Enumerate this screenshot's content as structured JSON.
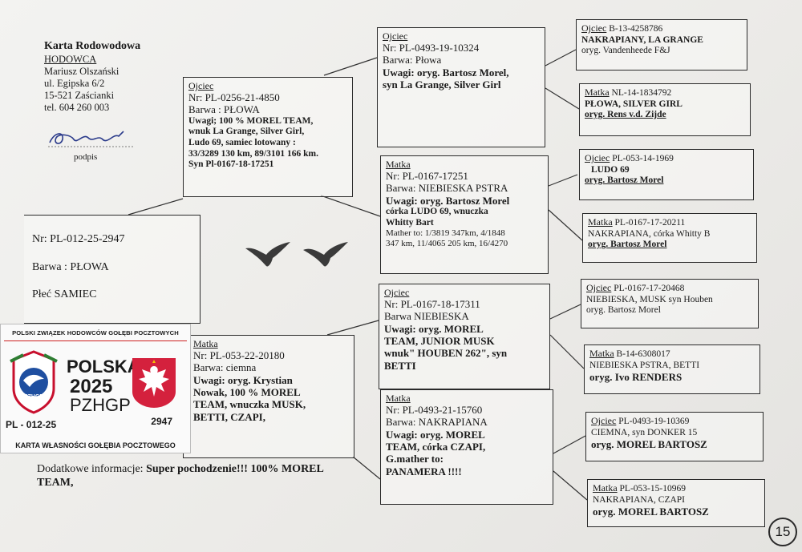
{
  "header": {
    "title": "Karta Rodowodowa",
    "hodowca_label": "HODOWCA",
    "name": "Mariusz Olszański",
    "street": "ul. Egipska 6/2",
    "city": "15-521 Zaścianki",
    "phone": "tel. 604 260 003",
    "signature_label": "podpis"
  },
  "subject": {
    "nr": "Nr: PL-012-25-2947",
    "barwa": "Barwa : PŁOWA",
    "plec": "Płeć  SAMIEC"
  },
  "father": {
    "role": "Ojciec",
    "nr": "Nr: PL-0256-21-4850",
    "barwa": "Barwa : PŁOWA",
    "uwagi_1": "Uwagi; 100 % MOREL TEAM,",
    "uwagi_2": "wnuk La Grange, Silver Girl,",
    "uwagi_3": "Ludo 69, samiec lotowany :",
    "uwagi_4": "33/3289 130 km, 89/3101 166 km.",
    "uwagi_5": "Syn Pl-0167-18-17251"
  },
  "mother": {
    "role": "Matka",
    "nr": "Nr: PL-053-22-20180",
    "barwa": "Barwa: ciemna",
    "uwagi_1": "Uwagi: oryg. Krystian",
    "uwagi_2": "Nowak, 100 % MOREL",
    "uwagi_3": "TEAM, wnuczka MUSK,",
    "uwagi_4": "BETTI, CZAPI,"
  },
  "ff": {
    "role": "Ojciec",
    "nr": "Nr: PL-0493-19-10324",
    "barwa": "Barwa: Płowa",
    "uwagi_1": "Uwagi: oryg. Bartosz Morel,",
    "uwagi_2": "syn   La Grange, Silver Girl"
  },
  "fm": {
    "role": "Matka",
    "nr": "Nr: PL-0167-17251",
    "barwa": "Barwa: NIEBIESKA PSTRA",
    "uwagi_1": "Uwagi: oryg. Bartosz Morel",
    "uwagi_2": "córka  LUDO 69, wnuczka",
    "uwagi_3": "Whitty Bart",
    "uwagi_4": "Mather to: 1/3819 347km, 4/1848",
    "uwagi_5": "347 km, 11/4065 205 km, 16/4270"
  },
  "mf": {
    "role": "Ojciec",
    "nr": "Nr: PL-0167-18-17311",
    "barwa": "Barwa NIEBIESKA",
    "uwagi_1": "Uwagi: oryg. MOREL",
    "uwagi_2": "TEAM, JUNIOR MUSK",
    "uwagi_3": "wnuk\" HOUBEN 262\",  syn",
    "uwagi_4": "BETTI"
  },
  "mm": {
    "role": "Matka",
    "nr": "Nr: PL-0493-21-15760",
    "barwa": "Barwa: NAKRAPIANA",
    "uwagi_1": "Uwagi: oryg. MOREL",
    "uwagi_2": "TEAM,  córka CZAPI,",
    "uwagi_3": "G.mather to:",
    "uwagi_4": "PANAMERA !!!!"
  },
  "g1": {
    "role": "Ojciec",
    "nr": " B-13-4258786",
    "l1": "NAKRAPIANY,  LA GRANGE",
    "l2": "oryg. Vandenheede F&J"
  },
  "g2": {
    "role": "Matka",
    "nr": " NL-14-1834792",
    "l1": "PŁOWA,  SILVER GIRL",
    "l2": "oryg. Rens v.d. Zijde"
  },
  "g3": {
    "role": "Ojciec",
    "nr": "  PL-053-14-1969",
    "l1": "LUDO 69",
    "l2": "oryg. Bartosz Morel"
  },
  "g4": {
    "role": "Matka",
    "nr": " PL-0167-17-20211",
    "l1": "NAKRAPIANA,  córka Whitty B",
    "l2": "oryg. Bartosz Morel"
  },
  "g5": {
    "role": "Ojciec",
    "nr": "  PL-0167-17-20468",
    "l1": "NIEBIESKA, MUSK syn Houben",
    "l2": "oryg. Bartosz Morel"
  },
  "g6": {
    "role": "Matka",
    "nr": " B-14-6308017",
    "l1": "NIEBIESKA PSTRA, BETTI",
    "l2": "oryg. Ivo RENDERS"
  },
  "g7": {
    "role": "Ojciec",
    "nr": "  PL-0493-19-10369",
    "l1": "CIEMNA,  syn DONKER 15",
    "l2": "oryg. MOREL BARTOSZ"
  },
  "g8": {
    "role": "Matka",
    "nr": " PL-053-15-10969",
    "l1": "NAKRAPIANA,   CZAPI",
    "l2": "oryg. MOREL BARTOSZ"
  },
  "extra": {
    "label": "Dodatkowe informacje: ",
    "value_1": "Super pochodzenie!!! 100% MOREL",
    "value_2": "TEAM,"
  },
  "card": {
    "top": "POLSKI ZWIĄZEK HODOWCÓW GOŁĘBI POCZTOWYCH",
    "country": "POLSKA",
    "year": "2025",
    "org": "PZHGP",
    "logo_text": "PZHGP",
    "ring": "PL - 012-25",
    "number": "2947",
    "bottom": "KARTA  WŁASNOŚCI GOŁĘBIA POCZTOWEGO"
  },
  "page_number": "15"
}
